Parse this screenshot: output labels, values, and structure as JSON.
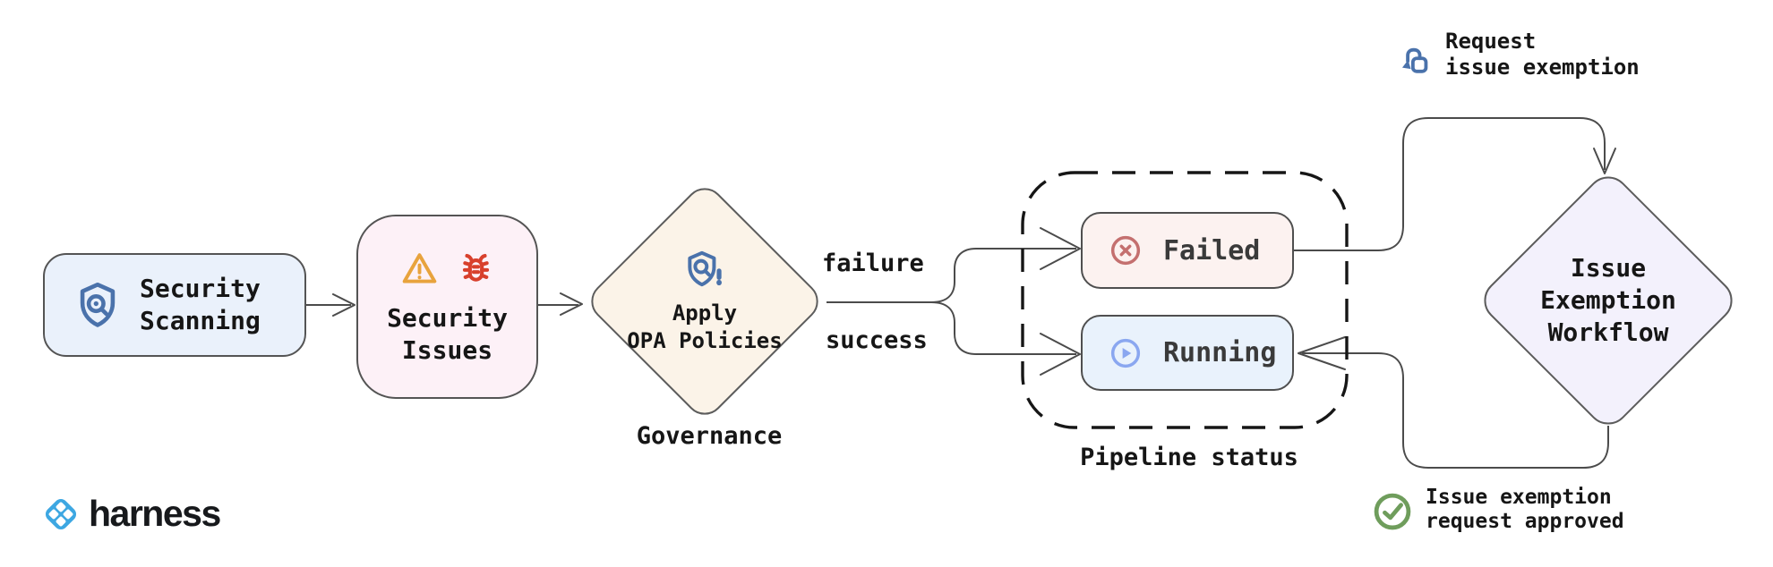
{
  "branding": {
    "logo_text": "harness"
  },
  "nodes": {
    "security_scanning": {
      "line1": "Security",
      "line2": "Scanning"
    },
    "security_issues": {
      "line1": "Security",
      "line2": "Issues"
    },
    "apply_opa": {
      "line1": "Apply",
      "line2": "OPA Policies",
      "caption": "Governance"
    },
    "failed": {
      "label": "Failed"
    },
    "running": {
      "label": "Running"
    },
    "pipeline_status": {
      "caption": "Pipeline status"
    },
    "issue_exemption": {
      "line1": "Issue",
      "line2": "Exemption",
      "line3": "Workflow"
    }
  },
  "edges": {
    "failure_label": "failure",
    "success_label": "success"
  },
  "annotations": {
    "request_exemption": {
      "line1": "Request",
      "line2": "issue exemption"
    },
    "approved": {
      "line1": "Issue exemption",
      "line2": "request approved"
    }
  },
  "icons": {
    "security_scanning": "shield-search-icon",
    "security_issues_1": "warning-triangle-icon",
    "security_issues_2": "bug-icon",
    "apply_opa": "shield-alert-icon",
    "failed": "circle-x-icon",
    "running": "circle-play-icon",
    "request_exemption": "hand-tap-icon",
    "approved": "circle-check-icon",
    "branding": "harness-logo-icon"
  },
  "colors": {
    "icon_blue": "#4a72ab",
    "warning_orange": "#e8a33d",
    "bug_red": "#d8402c",
    "failed_red": "#c4706f",
    "running_blue": "#8aa7f0",
    "approved_green": "#6f9d5c",
    "harness_blue": "#3da7e2",
    "scanning_bg": "#eaf1fb",
    "issues_bg": "#fdf1f7",
    "opa_bg": "#fbf3e8",
    "failed_bg": "#fcf2f0",
    "running_bg": "#e9f2fc",
    "exemption_bg": "#f3f1fc"
  }
}
